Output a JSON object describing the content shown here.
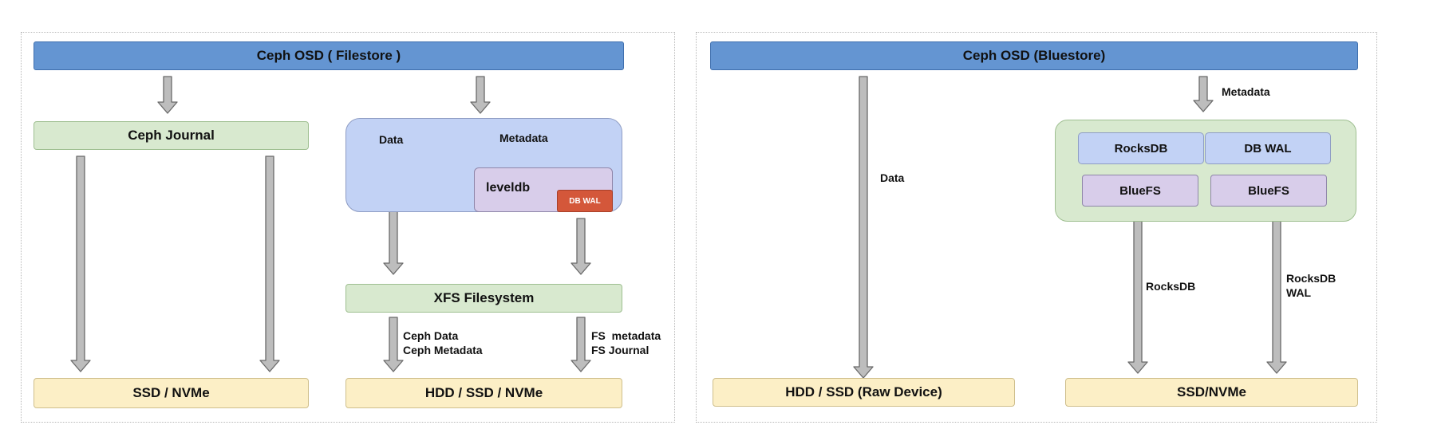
{
  "filestore": {
    "title": "Ceph OSD ( Filestore )",
    "journal": "Ceph Journal",
    "data_label": "Data",
    "metadata_label": "Metadata",
    "leveldb": "leveldb",
    "db_wal": "DB WAL",
    "xfs": "XFS Filesystem",
    "ceph_data_label": "Ceph Data\nCeph Metadata",
    "fs_label": "FS  metadata\nFS Journal",
    "left_device": "SSD / NVMe",
    "right_device": "HDD / SSD / NVMe"
  },
  "bluestore": {
    "title": "Ceph OSD (Bluestore)",
    "data_label": "Data",
    "metadata_label": "Metadata",
    "rocksdb": "RocksDB",
    "db_wal": "DB WAL",
    "bluefs_left": "BlueFS",
    "bluefs_right": "BlueFS",
    "rocksdb_label": "RocksDB",
    "rocksdb_wal_label": "RocksDB\nWAL",
    "left_device": "HDD / SSD (Raw Device)",
    "right_device": "SSD/NVMe"
  },
  "colors": {
    "title_bar": "#6495d2",
    "green_box": "#d8e9cf",
    "device_box": "#fcefc6",
    "backend_box": "#c2d2f5",
    "store_box": "#d8cdea",
    "wal_box": "#d4573a",
    "arrow_fill": "#bdbdbd"
  }
}
